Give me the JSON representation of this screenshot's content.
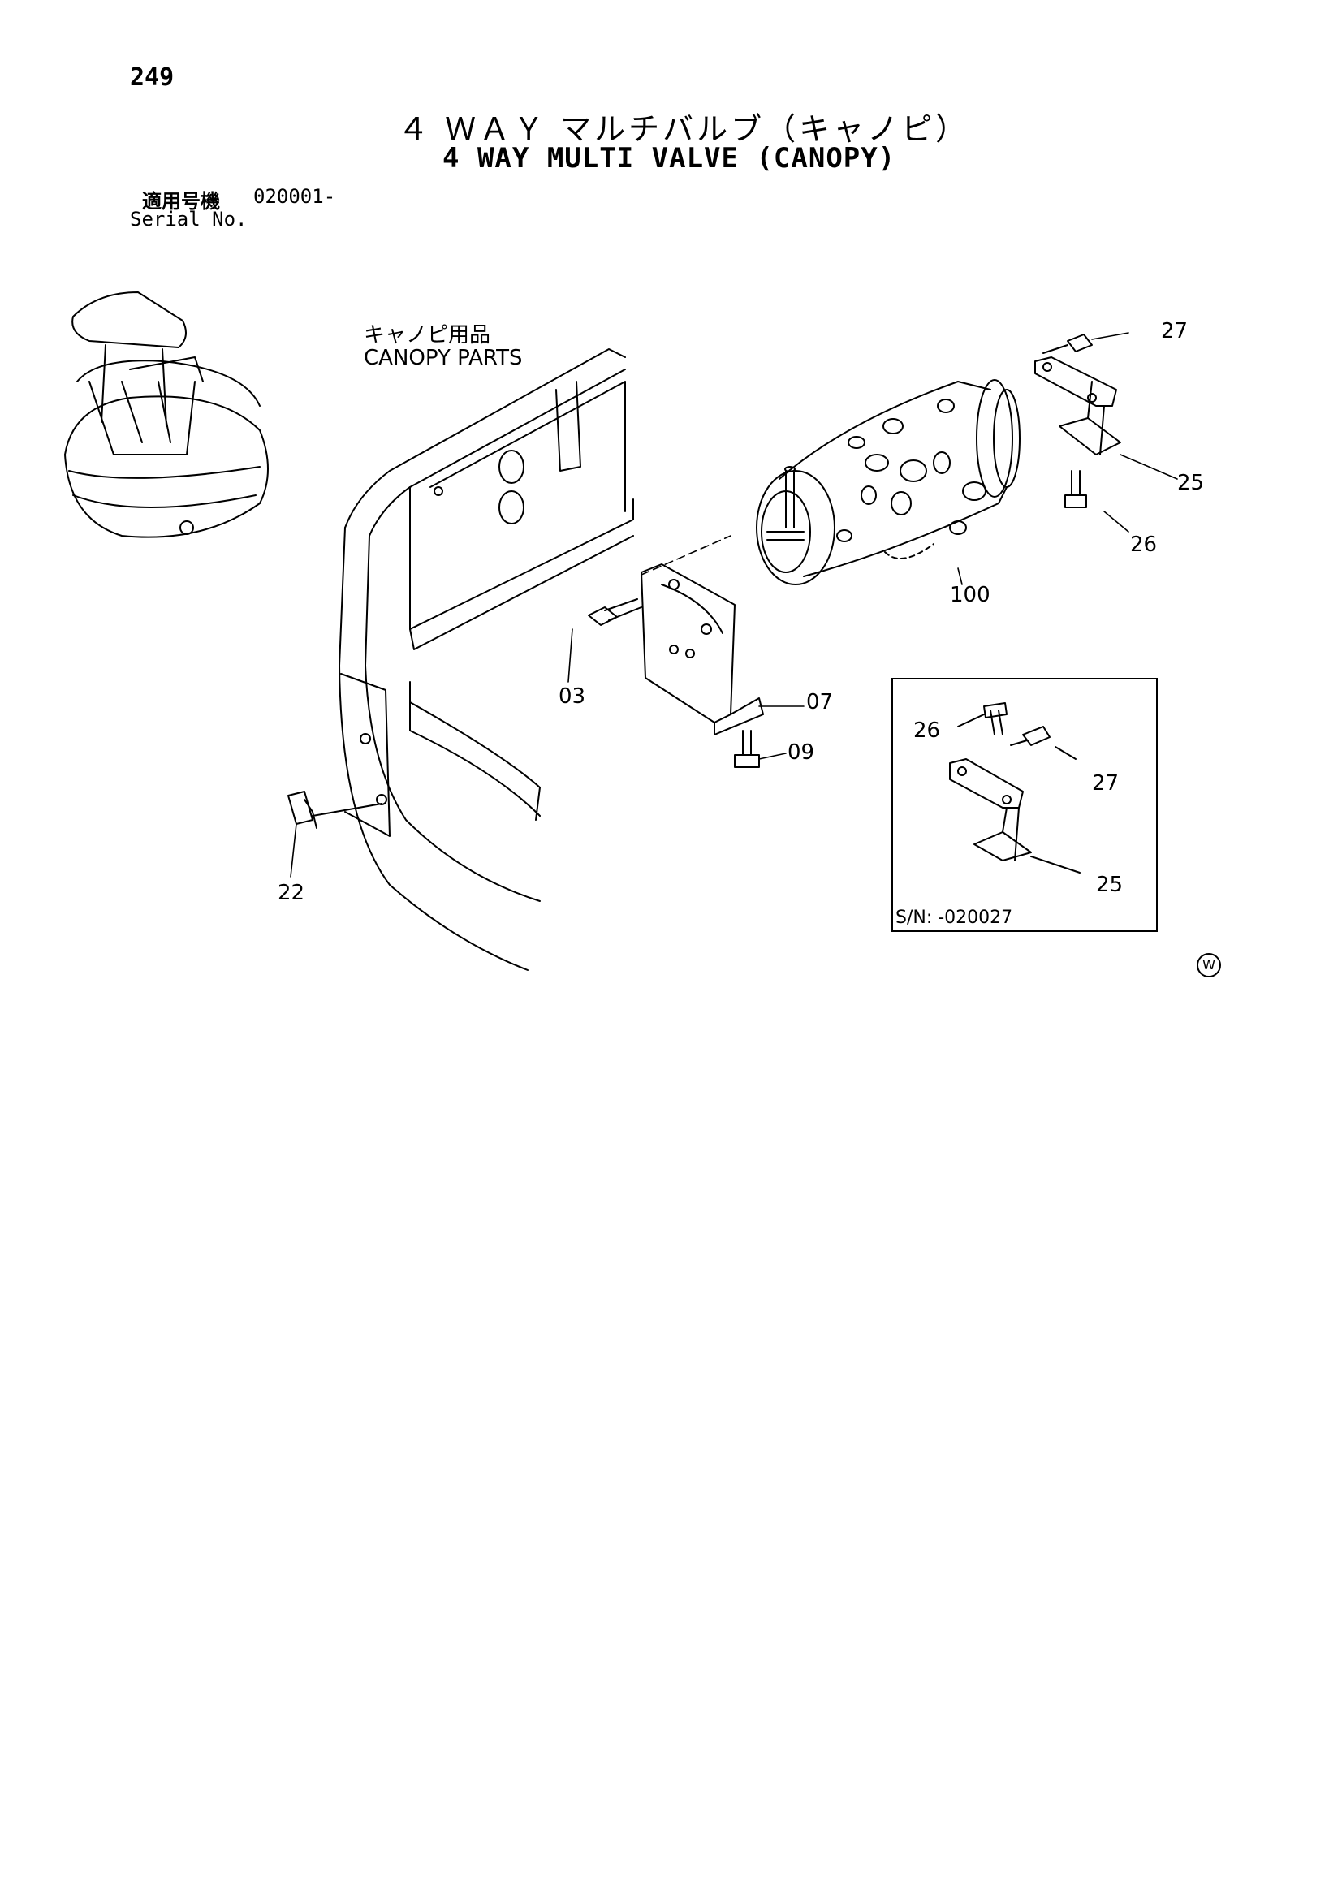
{
  "header": {
    "page_number": "249",
    "title_jp": "４ ＷＡＹ マルチバルブ（キャノピ）",
    "title_en": "4 WAY MULTI VALVE (CANOPY)",
    "serial_label_jp": "適用号機",
    "serial_value": "020001-",
    "serial_label_en": "Serial No."
  },
  "diagram": {
    "section_label_jp": "キャノピ用品",
    "section_label_en": "CANOPY PARTS",
    "callouts": {
      "c27": "27",
      "c25": "25",
      "c26": "26",
      "c100": "100",
      "c03": "03",
      "c07": "07",
      "c09": "09",
      "c22": "22"
    },
    "inset": {
      "callouts": {
        "c26": "26",
        "c27": "27",
        "c25": "25"
      },
      "serial_note": "S/N: -020027"
    },
    "mark": "W"
  }
}
